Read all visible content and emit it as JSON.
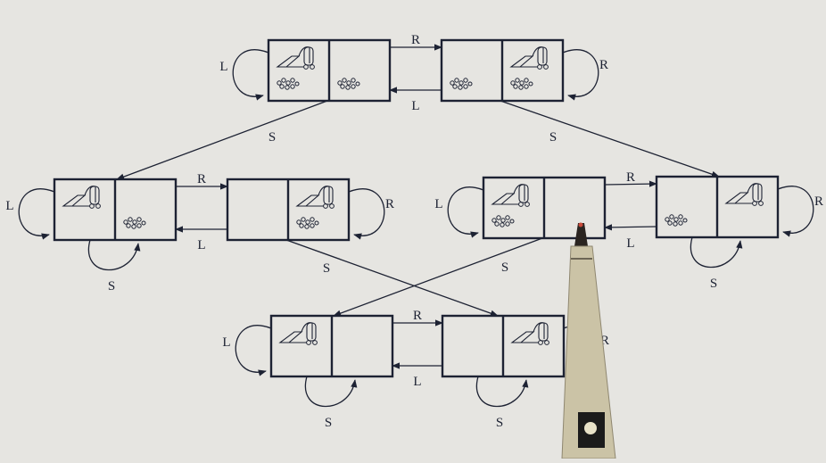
{
  "colors": {
    "background": "#e6e5e1",
    "ink": "#1d2233",
    "pen_body": "#cbc3a6",
    "pen_tip": "#c94a3b"
  },
  "actions": {
    "left": "L",
    "right": "R",
    "suck": "S"
  },
  "states": [
    {
      "id": "s1",
      "left_cell": [
        "vacuum-icon",
        "dirt-icon"
      ],
      "right_cell": [
        "dirt-icon"
      ]
    },
    {
      "id": "s2",
      "left_cell": [
        "dirt-icon"
      ],
      "right_cell": [
        "vacuum-icon",
        "dirt-icon"
      ]
    },
    {
      "id": "s3",
      "left_cell": [
        "vacuum-icon"
      ],
      "right_cell": [
        "dirt-icon"
      ]
    },
    {
      "id": "s4",
      "left_cell": [],
      "right_cell": [
        "vacuum-icon",
        "dirt-icon"
      ]
    },
    {
      "id": "s5",
      "left_cell": [
        "vacuum-icon",
        "dirt-icon"
      ],
      "right_cell": []
    },
    {
      "id": "s6",
      "left_cell": [
        "dirt-icon"
      ],
      "right_cell": [
        "vacuum-icon"
      ]
    },
    {
      "id": "s7",
      "left_cell": [
        "vacuum-icon"
      ],
      "right_cell": []
    },
    {
      "id": "s8",
      "left_cell": [],
      "right_cell": [
        "vacuum-icon"
      ]
    }
  ],
  "transitions": [
    {
      "from": "s1",
      "to": "s2",
      "label": "R"
    },
    {
      "from": "s2",
      "to": "s1",
      "label": "L"
    },
    {
      "from": "s1",
      "to": "s1",
      "label": "L"
    },
    {
      "from": "s2",
      "to": "s2",
      "label": "R"
    },
    {
      "from": "s1",
      "to": "s3",
      "label": "S"
    },
    {
      "from": "s2",
      "to": "s6",
      "label": "S"
    },
    {
      "from": "s3",
      "to": "s4",
      "label": "R"
    },
    {
      "from": "s4",
      "to": "s3",
      "label": "L"
    },
    {
      "from": "s3",
      "to": "s3",
      "label": "L"
    },
    {
      "from": "s3",
      "to": "s3",
      "label": "S"
    },
    {
      "from": "s4",
      "to": "s4",
      "label": "R"
    },
    {
      "from": "s4",
      "to": "s8",
      "label": "S"
    },
    {
      "from": "s5",
      "to": "s6",
      "label": "R"
    },
    {
      "from": "s6",
      "to": "s5",
      "label": "L"
    },
    {
      "from": "s5",
      "to": "s5",
      "label": "L"
    },
    {
      "from": "s5",
      "to": "s7",
      "label": "S"
    },
    {
      "from": "s6",
      "to": "s6",
      "label": "S"
    },
    {
      "from": "s6",
      "to": "s6",
      "label": "R"
    },
    {
      "from": "s7",
      "to": "s8",
      "label": "R"
    },
    {
      "from": "s8",
      "to": "s7",
      "label": "L"
    },
    {
      "from": "s7",
      "to": "s7",
      "label": "L"
    },
    {
      "from": "s7",
      "to": "s7",
      "label": "S"
    },
    {
      "from": "s8",
      "to": "s8",
      "label": "R"
    },
    {
      "from": "s8",
      "to": "s8",
      "label": "S"
    }
  ],
  "pen": {
    "icon": "pen-icon"
  }
}
